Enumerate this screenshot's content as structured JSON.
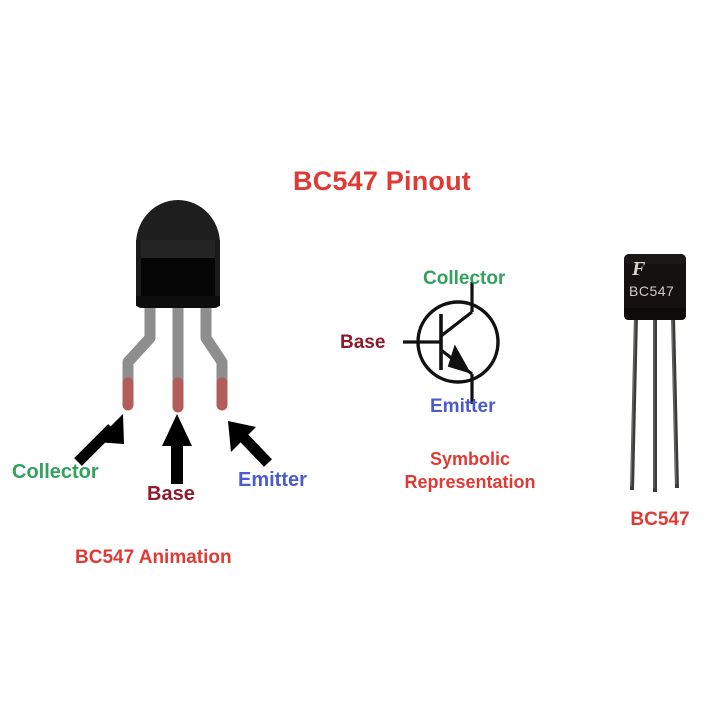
{
  "page": {
    "title": "BC547 Pinout",
    "background_color": "#ffffff"
  },
  "colors": {
    "title_red": "#e03a34",
    "collector_green": "#33a05e",
    "base_maroon": "#8e1b2c",
    "emitter_blue": "#4a5bd0",
    "caption_red": "#e03a34",
    "body_black": "#0a0a0a",
    "body_dome": "#1e1e1e",
    "body_band": "#242424",
    "lead_gray": "#8e8e8e",
    "lead_tip_red": "#b35c5c",
    "arrow_black": "#000000",
    "symbol_stroke": "#111111",
    "photo_body": "#141210",
    "photo_lead": "#3a3a38",
    "photo_silk": "#cfcac4"
  },
  "title": {
    "text": "BC547 Pinout"
  },
  "animation_diagram": {
    "caption": "BC547 Animation",
    "pins": [
      {
        "name": "collector",
        "label": "Collector",
        "color": "#33a05e",
        "arrow": "up-right"
      },
      {
        "name": "base",
        "label": "Base",
        "color": "#8e1b2c",
        "arrow": "up"
      },
      {
        "name": "emitter",
        "label": "Emitter",
        "color": "#4a5bd0",
        "arrow": "up-left"
      }
    ]
  },
  "symbol_diagram": {
    "caption_line1": "Symbolic",
    "caption_line2": "Representation",
    "type": "NPN",
    "terminals": [
      {
        "name": "collector",
        "label": "Collector",
        "color": "#33a05e"
      },
      {
        "name": "base",
        "label": "Base",
        "color": "#8e1b2c"
      },
      {
        "name": "emitter",
        "label": "Emitter",
        "color": "#4a5bd0"
      }
    ]
  },
  "photo": {
    "caption": "BC547",
    "package_silk_text": "BC547",
    "package_logo": "F",
    "lead_count": 3
  }
}
